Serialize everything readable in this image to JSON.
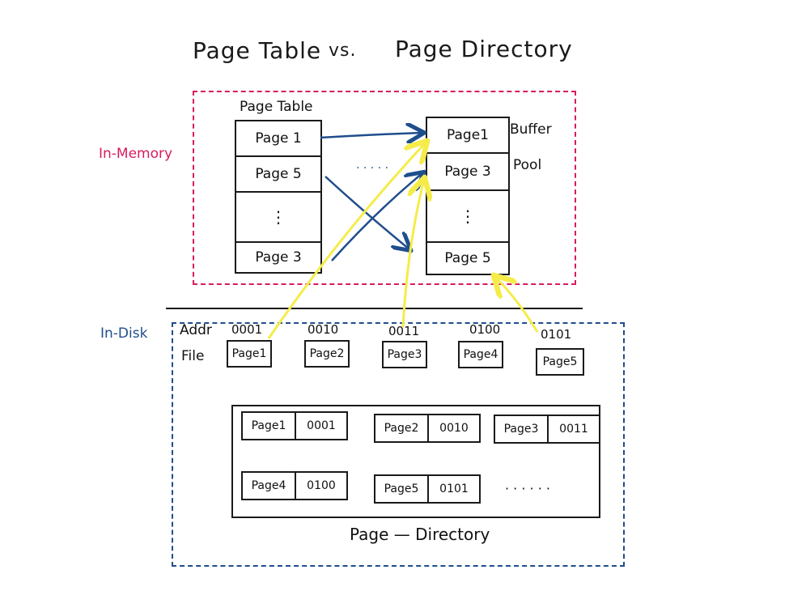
{
  "title": {
    "left": "Page Table",
    "mid": "vs.",
    "right": "Page Directory"
  },
  "regions": {
    "memory": "In-Memory",
    "disk": "In-Disk"
  },
  "page_table": {
    "label": "Page Table",
    "rows": [
      "Page 1",
      "Page 5",
      "⋮",
      "Page 3"
    ]
  },
  "buffer_pool": {
    "label_line1": "Buffer",
    "label_line2": "Pool",
    "rows": [
      "Page1",
      "Page 3",
      "⋮",
      "Page 5"
    ]
  },
  "dots_between": "· · · · ·",
  "disk": {
    "addr_label": "Addr",
    "file_label": "File",
    "addrs": [
      "0001",
      "0010",
      "0011",
      "0100",
      "0101"
    ],
    "files": [
      "Page1",
      "Page2",
      "Page3",
      "Page4",
      "Page5"
    ]
  },
  "page_directory": {
    "label": "Page — Directory",
    "entries": [
      {
        "page": "Page1",
        "addr": "0001"
      },
      {
        "page": "Page2",
        "addr": "0010"
      },
      {
        "page": "Page3",
        "addr": "0011"
      },
      {
        "page": "Page4",
        "addr": "0100"
      },
      {
        "page": "Page5",
        "addr": "0101"
      }
    ],
    "more": "· · · · · ·"
  },
  "colors": {
    "memory": "#d81b60",
    "disk": "#1f4e8c",
    "arrow_blue": "#1f4e8c",
    "arrow_yellow": "#f5ec4a",
    "ink": "#1a1a1a"
  }
}
